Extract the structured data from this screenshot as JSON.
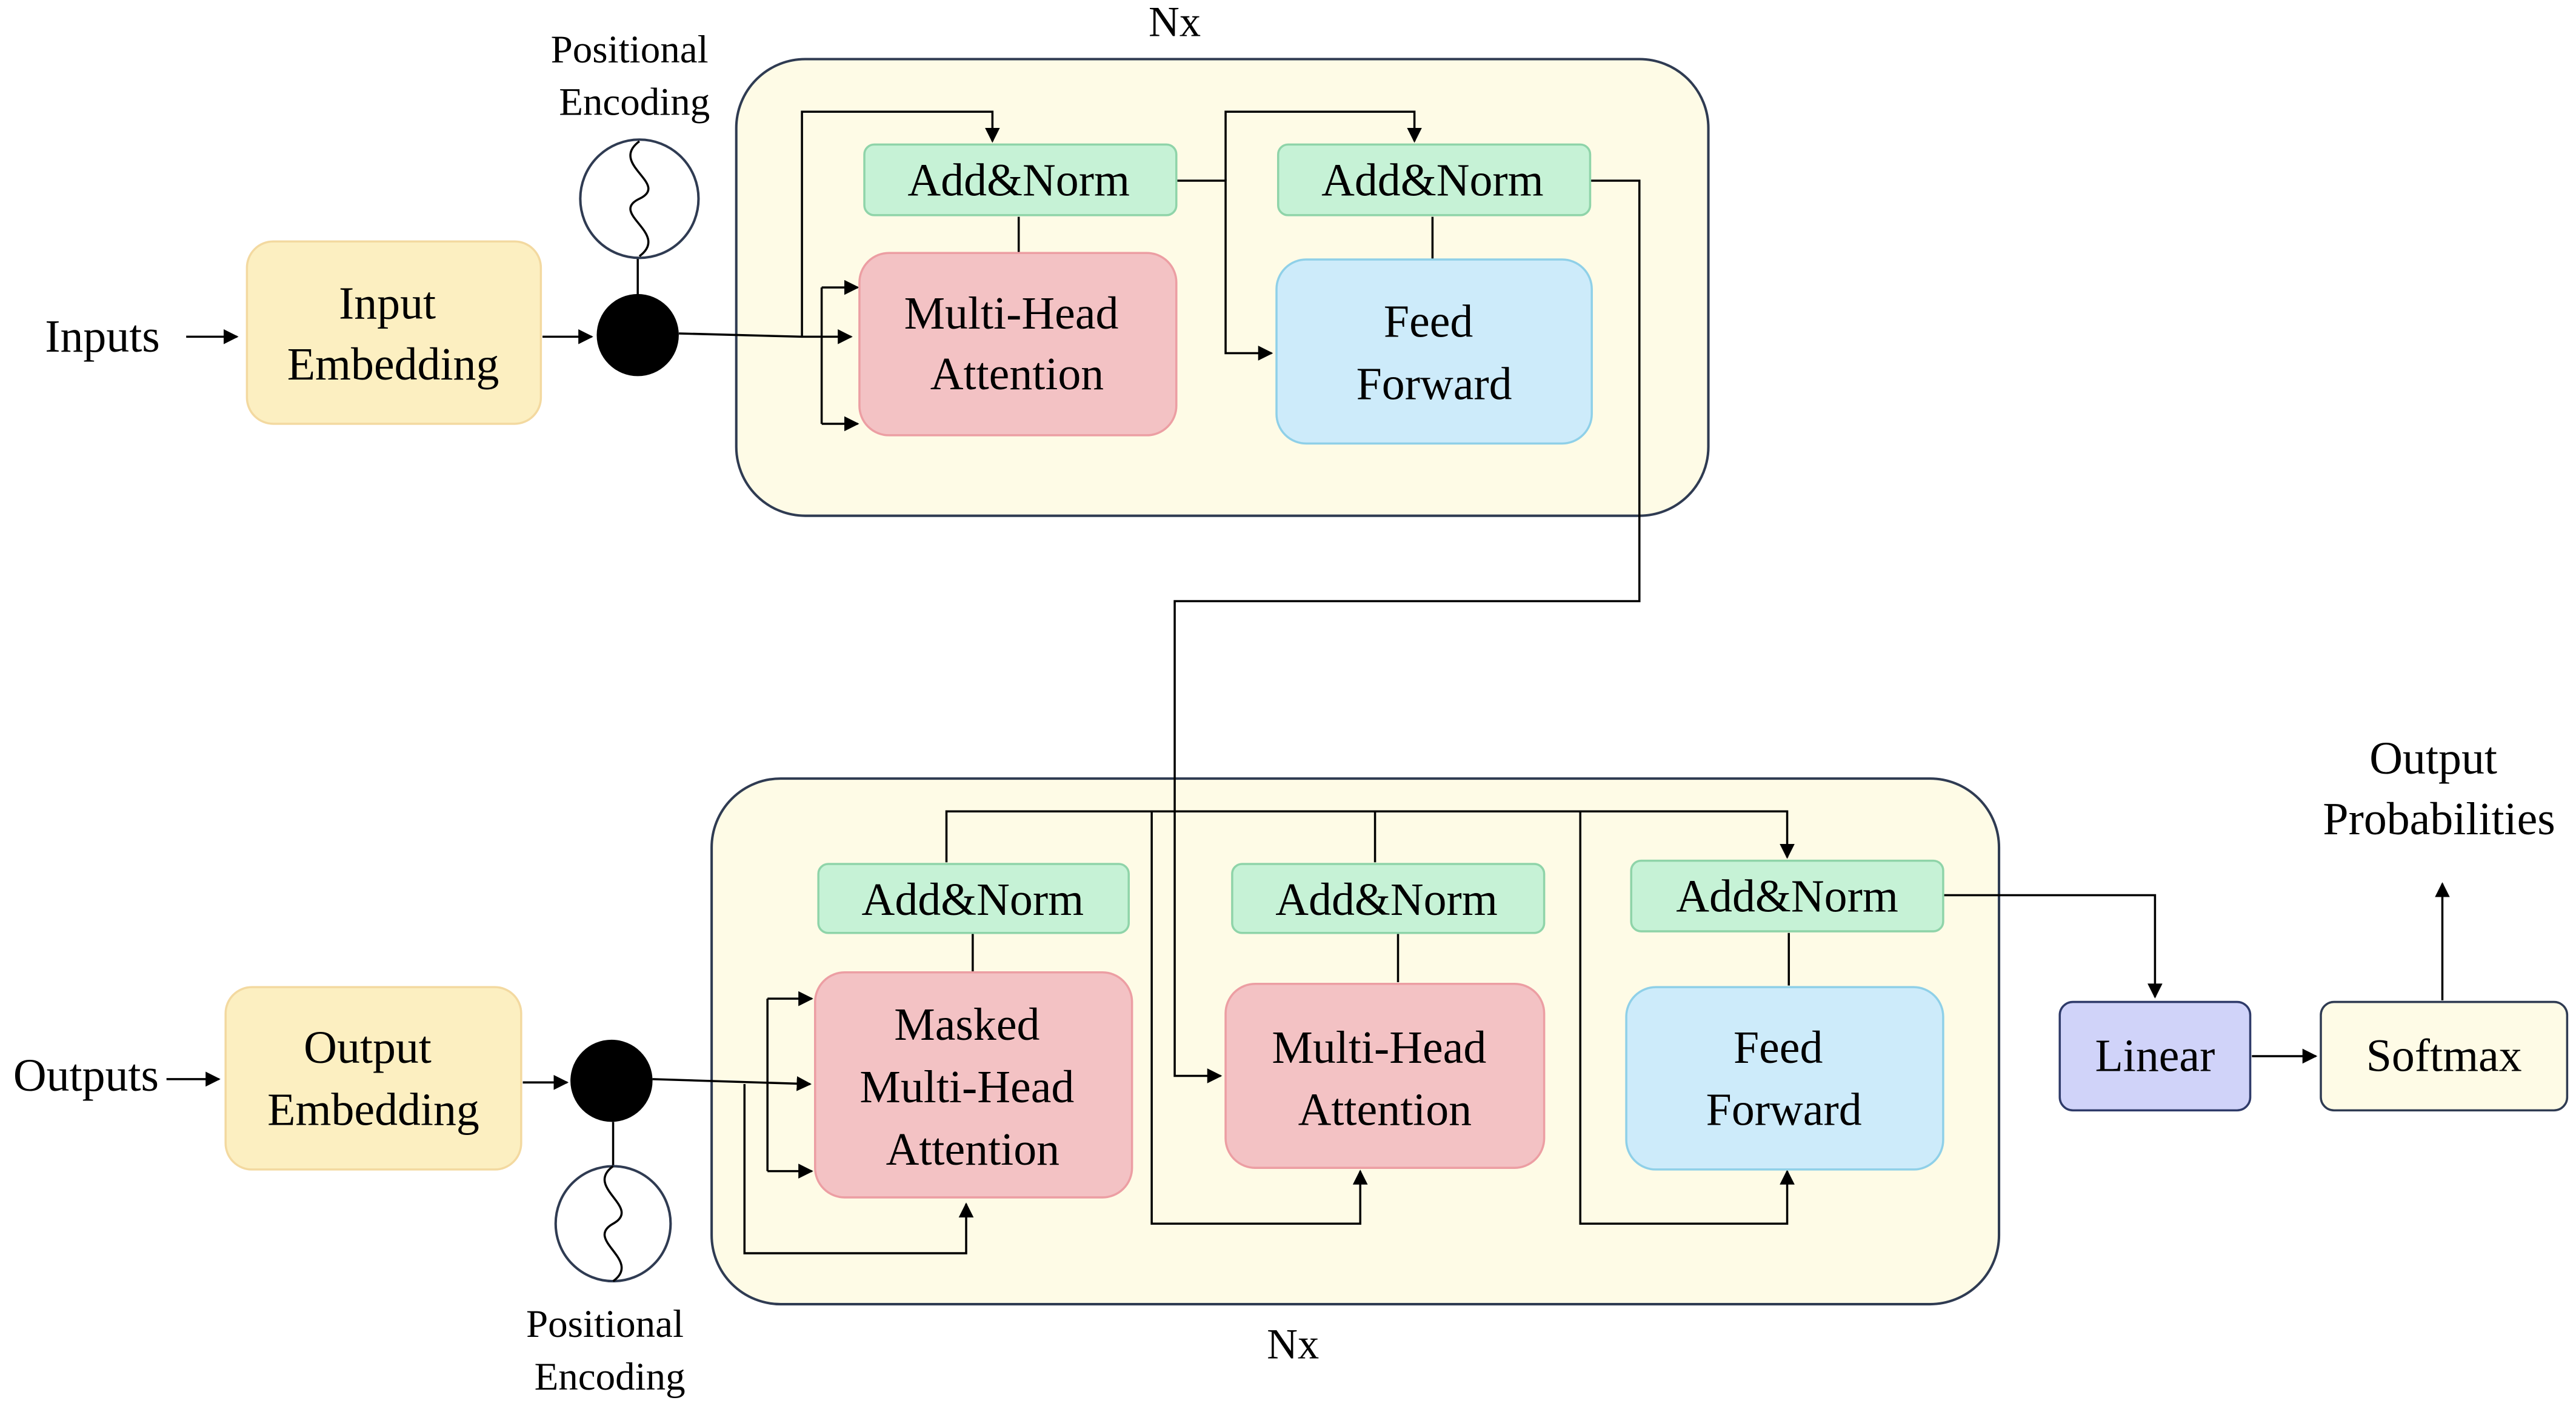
{
  "encoder": {
    "repeat_label": "Nx",
    "positional_encoding": [
      "Positional",
      "Encoding"
    ],
    "add_norm_1": "Add&Norm",
    "add_norm_2": "Add&Norm",
    "attention": [
      "Multi-Head",
      "Attention"
    ],
    "feed_forward": [
      "Feed",
      "Forward"
    ]
  },
  "input": {
    "label": "Inputs",
    "embedding": [
      "Input",
      "Embedding"
    ]
  },
  "decoder": {
    "repeat_label": "Nx",
    "positional_encoding": [
      "Positional",
      "Encoding"
    ],
    "add_norm_1": "Add&Norm",
    "add_norm_2": "Add&Norm",
    "add_norm_3": "Add&Norm",
    "masked_attention": [
      "Masked",
      "Multi-Head",
      "Attention"
    ],
    "cross_attention": [
      "Multi-Head",
      "Attention"
    ],
    "feed_forward": [
      "Feed",
      "Forward"
    ]
  },
  "output": {
    "label": "Outputs",
    "embedding": [
      "Output",
      "Embedding"
    ]
  },
  "head": {
    "linear": "Linear",
    "softmax": "Softmax",
    "probabilities": [
      "Output",
      "Probabilities"
    ]
  },
  "colors": {
    "block_fill": "#fefbe6",
    "block_stroke": "#2f3b52",
    "embedding_fill": "#fcefc1",
    "embedding_stroke": "#f3d9a0",
    "add_norm_fill": "#c6f2d6",
    "add_norm_stroke": "#8fd4a9",
    "attention_fill": "#f3c2c4",
    "attention_stroke": "#ec9ea3",
    "feed_forward_fill": "#cdebfa",
    "feed_forward_stroke": "#8fd0e8",
    "linear_fill": "#d0d3f9",
    "linear_stroke": "#2f3b6a",
    "softmax_fill": "#fefbe6",
    "softmax_stroke": "#2f3b52"
  }
}
